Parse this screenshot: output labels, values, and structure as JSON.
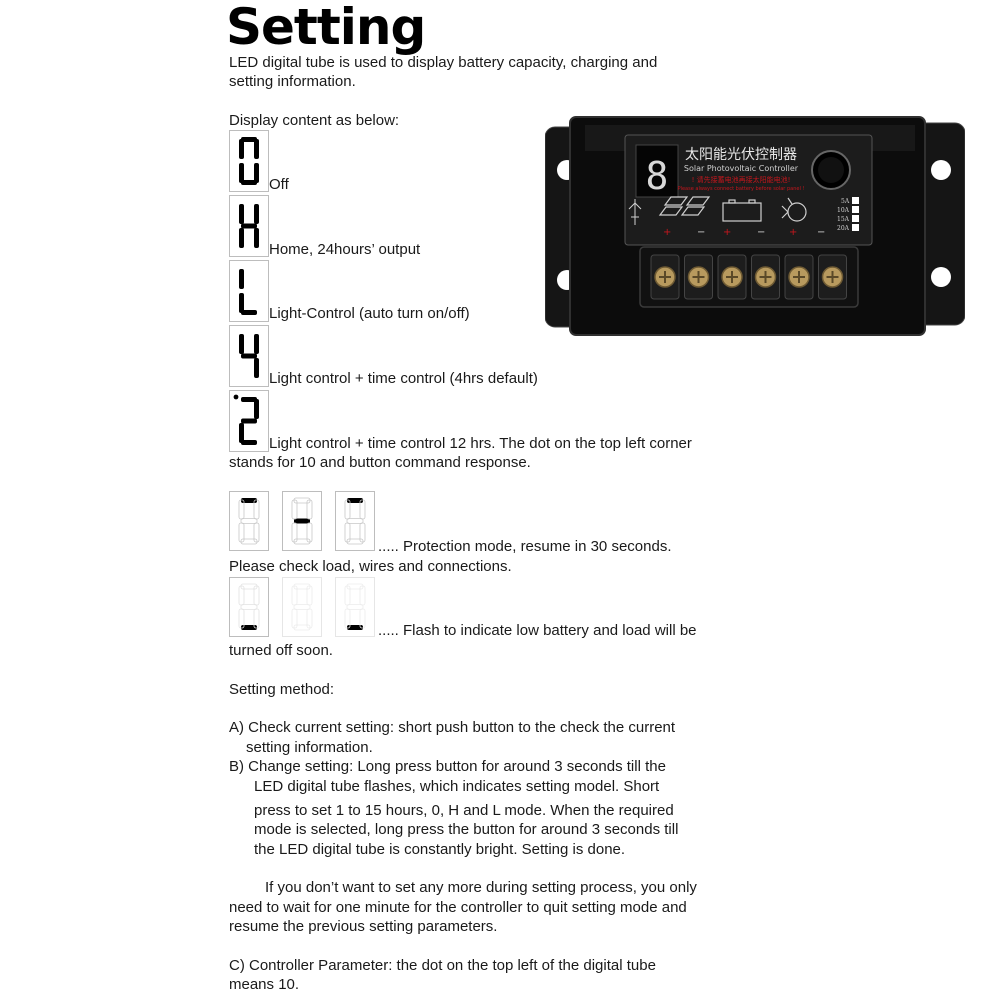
{
  "title": "Setting",
  "intro": [
    "LED digital tube is used to display battery capacity, charging and",
    "setting information."
  ],
  "display_heading": "Display content as below:",
  "modes": [
    {
      "digit": "0",
      "label": "Off"
    },
    {
      "digit": "H",
      "label": "Home, 24hours’ output"
    },
    {
      "digit": "L",
      "label": "Light-Control (auto turn on/off)"
    },
    {
      "digit": "4",
      "label": "Light control + time control (4hrs default)"
    },
    {
      "digit": "2",
      "label": "Light control + time control 12 hrs. The dot on the top left corner",
      "label2": "stands for 10 and button command response."
    }
  ],
  "protection": {
    "text": "..... Protection mode, resume in 30 seconds.",
    "text2": "Please check load, wires and connections."
  },
  "low_battery": {
    "text": "..... Flash to indicate low battery and load will be",
    "text2": "turned off soon."
  },
  "setting_method": "Setting method:",
  "step_a": [
    "A) Check current setting: short push button to the check the current",
    "setting information."
  ],
  "step_b": [
    "B) Change setting: Long press button for around 3 seconds till the",
    "LED digital tube flashes, which indicates setting model. Short",
    "press to set 1 to 15 hours, 0, H and L mode. When the required",
    "mode is selected, long press the button for around 3 seconds till",
    "the LED digital tube is constantly bright. Setting is done."
  ],
  "note": [
    "If you don’t want to set any more during setting process, you only",
    "need to wait for one minute for the controller to quit setting mode and",
    "resume the previous setting parameters."
  ],
  "step_c": [
    "C) Controller Parameter: the dot on the top left of the digital tube",
    "means 10."
  ],
  "controller": {
    "title_cn": "太阳能光伏控制器",
    "title_en": "Solar Photovoltaic Controller",
    "warn_cn": "! 请先接蓄电池再接太阳能电池!",
    "warn_en": "Please always connect battery before solar panel !",
    "display_digit": "8",
    "ratings": [
      "5A",
      "10A",
      "15A",
      "20A"
    ],
    "plus": "+",
    "minus": "−"
  },
  "colors": {
    "panel": "#141414",
    "accent_red": "#c4161c",
    "text": "#1a1a1a"
  }
}
